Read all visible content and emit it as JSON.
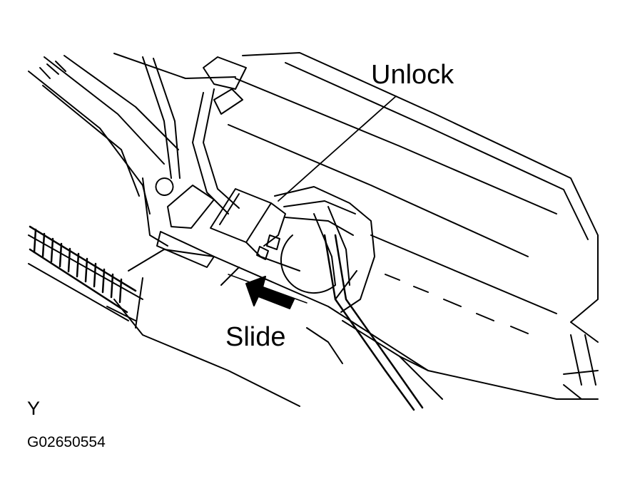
{
  "labels": {
    "unlock": "Unlock",
    "slide": "Slide",
    "view": "Y",
    "figure_id": "G02650554"
  },
  "colors": {
    "ink": "#000000",
    "paper": "#ffffff"
  }
}
